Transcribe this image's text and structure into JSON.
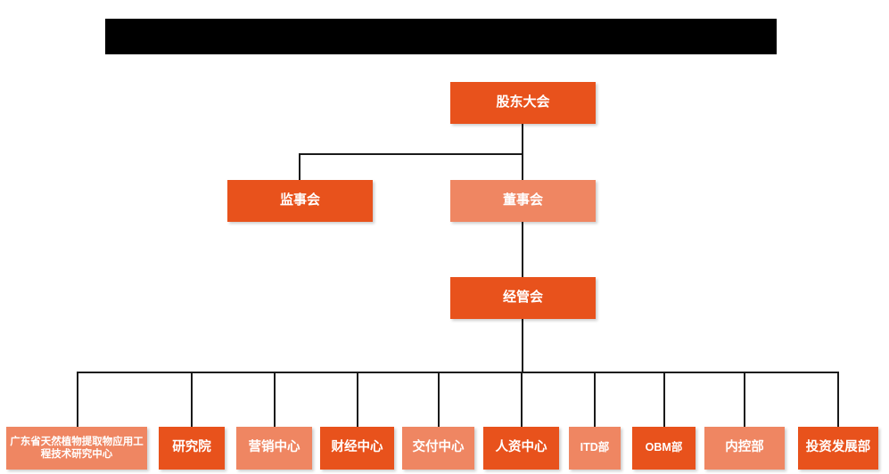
{
  "doc": {
    "type": "org-chart",
    "title_bar": {
      "label": "",
      "redacted": true,
      "color": "#000000"
    },
    "colors": {
      "primary": "#E8521C",
      "secondary": "#EF8662",
      "line": "#1A1A1A",
      "text": "#FFFFFF",
      "background": "#FFFFFF"
    }
  },
  "nodes": {
    "shareholders_meeting": {
      "label": "股东大会",
      "style": "primary"
    },
    "board_of_supervisors": {
      "label": "监事会",
      "style": "primary"
    },
    "board_of_directors": {
      "label": "董事会",
      "style": "secondary"
    },
    "management_committee": {
      "label": "经管会",
      "style": "primary"
    }
  },
  "departments": [
    {
      "label": "广东省天然植物提取物应用工程技术研究中心",
      "style": "secondary"
    },
    {
      "label": "研究院",
      "style": "primary"
    },
    {
      "label": "营销中心",
      "style": "secondary"
    },
    {
      "label": "财经中心",
      "style": "primary"
    },
    {
      "label": "交付中心",
      "style": "secondary"
    },
    {
      "label": "人资中心",
      "style": "primary"
    },
    {
      "label": "ITD部",
      "style": "secondary"
    },
    {
      "label": "OBM部",
      "style": "primary"
    },
    {
      "label": "内控部",
      "style": "secondary"
    },
    {
      "label": "投资发展部",
      "style": "primary"
    }
  ]
}
